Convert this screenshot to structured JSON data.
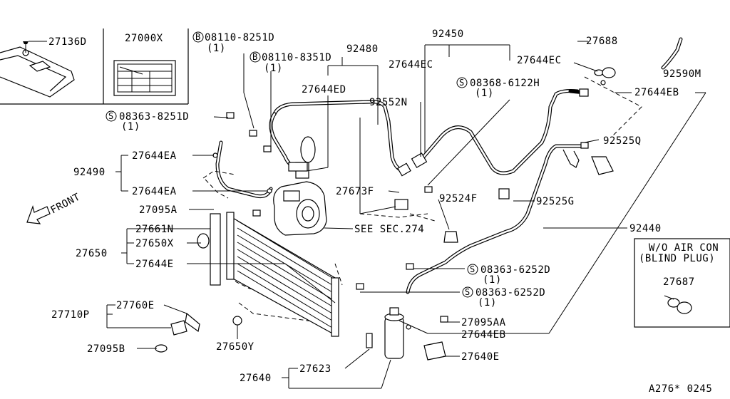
{
  "labels": {
    "l27136D": "27136D",
    "l27000X": "27000X",
    "lB08110_8251D": "08110-8251D",
    "lB08110_8251D_qty": "(1)",
    "lB08110_8351D": "08110-8351D",
    "lB08110_8351D_qty": "(1)",
    "l92480": "92480",
    "l92450": "92450",
    "l27688": "27688",
    "l27644EC_a": "27644EC",
    "l27644EC_b": "27644EC",
    "l92590M": "92590M",
    "l27644ED": "27644ED",
    "lS08368_6122H": "08368-6122H",
    "lS08368_6122H_qty": "(1)",
    "l27644EB_a": "27644EB",
    "l92552N": "92552N",
    "lS08363_8251D": "08363-8251D",
    "lS08363_8251D_qty": "(1)",
    "l92525Q": "92525Q",
    "l27644EA_a": "27644EA",
    "l92490": "92490",
    "l27644EA_b": "27644EA",
    "l27673F": "27673F",
    "l92524F": "92524F",
    "l92525G": "92525G",
    "lFRONT": "FRONT",
    "l27095A": "27095A",
    "lSEESEC": "SEE SEC.274",
    "l92440": "92440",
    "l27661N": "27661N",
    "l27650X": "27650X",
    "l27650": "27650",
    "l27644E": "27644E",
    "lS08363_6252D_a": "08363-6252D",
    "lS08363_6252D_a_qty": "(1)",
    "lS08363_6252D_b": "08363-6252D",
    "lS08363_6252D_b_qty": "(1)",
    "lWO1": "W/O AIR CON",
    "lWO2": "(BLIND PLUG)",
    "l27687": "27687",
    "l27760E": "27760E",
    "l27710P": "27710P",
    "l27095AA": "27095AA",
    "l27644EB_b": "27644EB",
    "l27095B": "27095B",
    "l27650Y": "27650Y",
    "l27640E": "27640E",
    "l27623": "27623",
    "l27640": "27640",
    "lRef": "A276* 0245",
    "markB": "B",
    "markS": "S"
  }
}
